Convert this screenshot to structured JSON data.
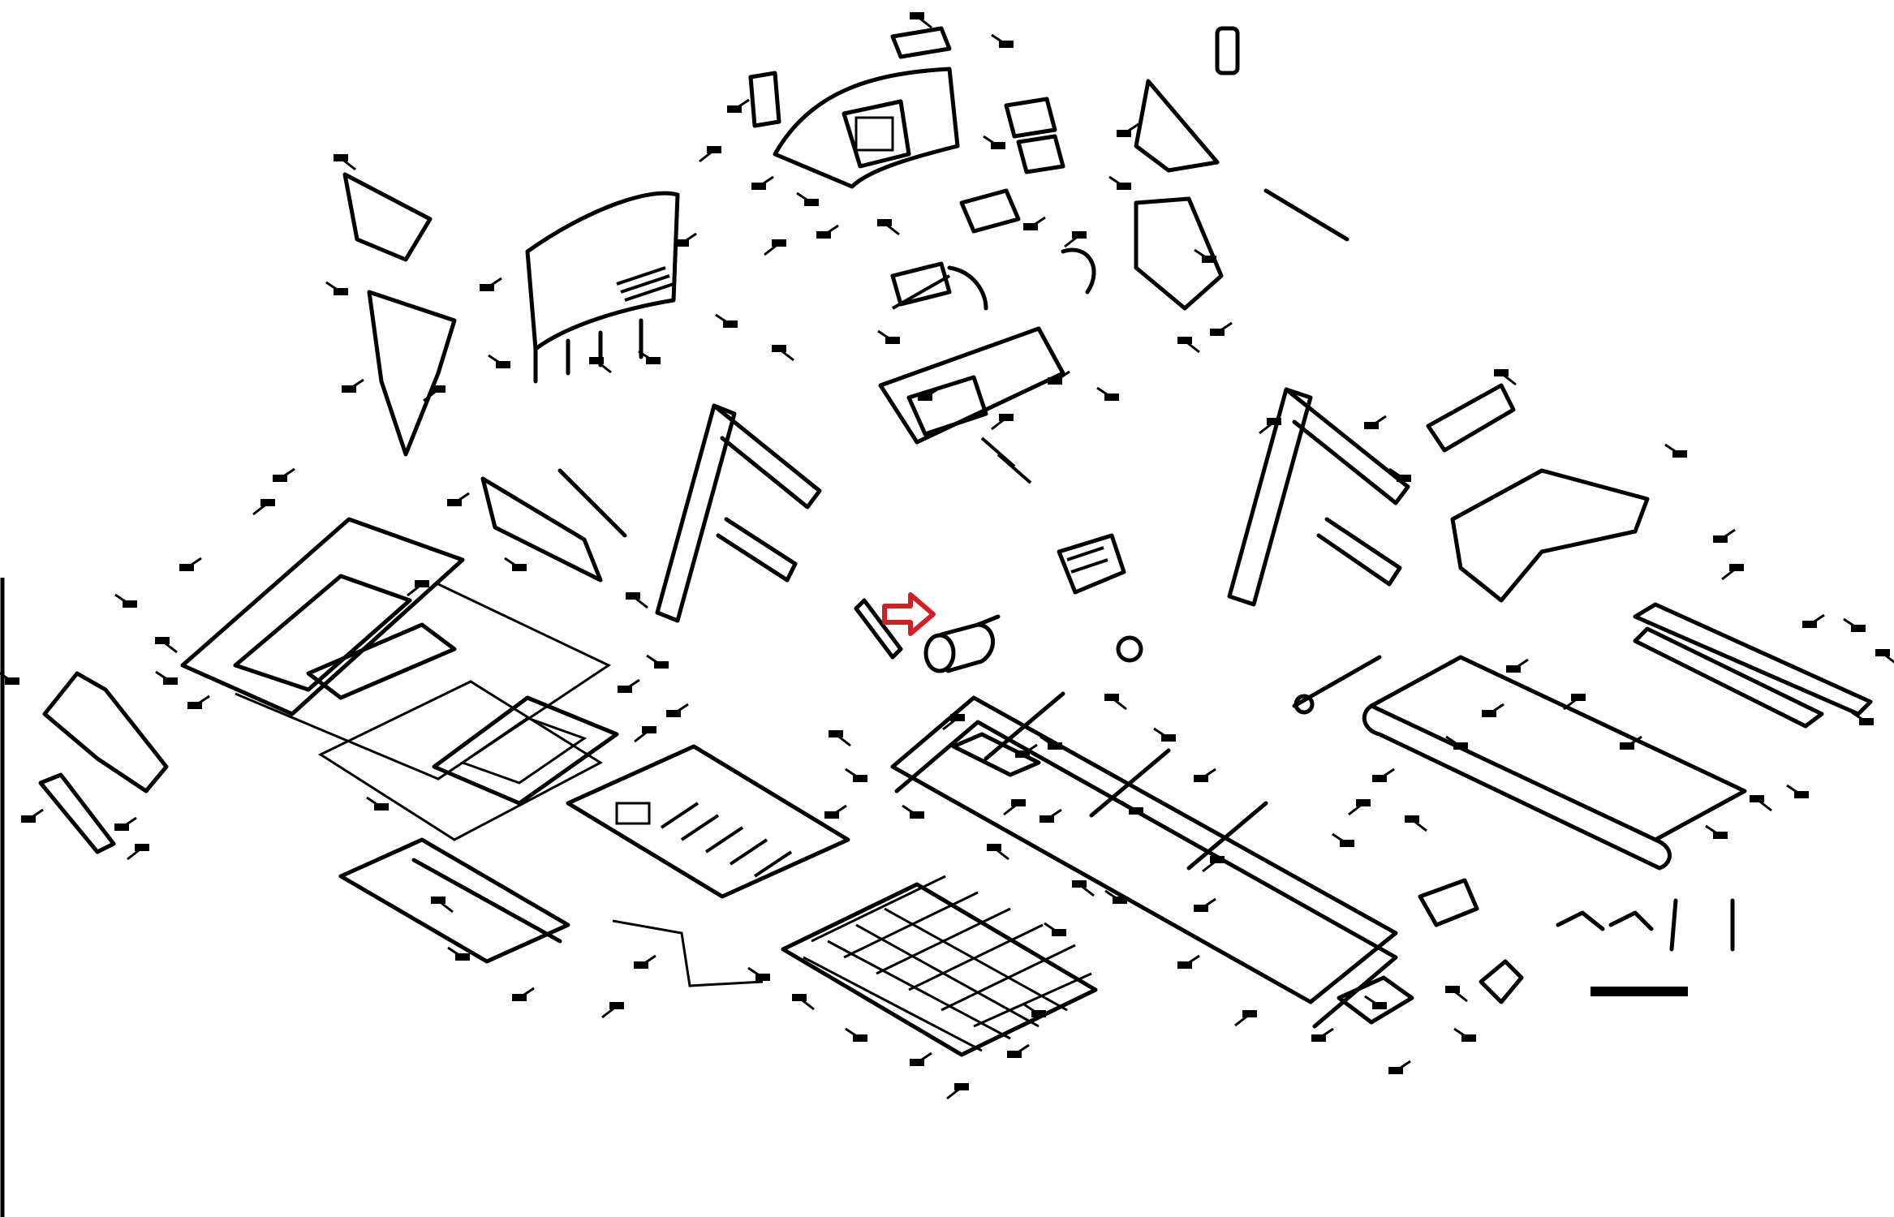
{
  "diagram": {
    "kind": "exploded-parts-view",
    "subject": "treadmill",
    "drawing_number": "",
    "marker_color": "#d11f26",
    "line_color": "#000000",
    "background": "#ffffff",
    "highlighted_part": "drive-motor",
    "part_labels": []
  }
}
